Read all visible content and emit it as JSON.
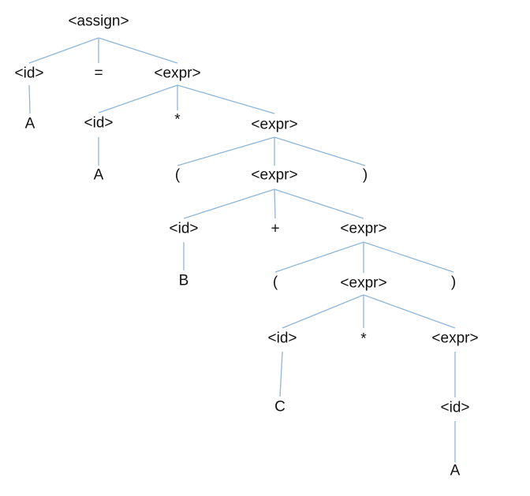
{
  "parse_tree": {
    "nodes": {
      "n0": "<assign>",
      "n1": "<id>",
      "n2": "=",
      "n3": "<expr>",
      "n4": "A",
      "n5": "<id>",
      "n6": "*",
      "n7": "<expr>",
      "n8": "A",
      "n9": "(",
      "n10": "<expr>",
      "n11": ")",
      "n12": "<id>",
      "n13": "+",
      "n14": "<expr>",
      "n15": "B",
      "n16": "(",
      "n17": "<expr>",
      "n18": ")",
      "n19": "<id>",
      "n20": "*",
      "n21": "<expr>",
      "n22": "C",
      "n23": "<id>",
      "n24": "A"
    },
    "edges": [
      [
        "n0",
        "n1"
      ],
      [
        "n0",
        "n2"
      ],
      [
        "n0",
        "n3"
      ],
      [
        "n1",
        "n4"
      ],
      [
        "n3",
        "n5"
      ],
      [
        "n3",
        "n6"
      ],
      [
        "n3",
        "n7"
      ],
      [
        "n5",
        "n8"
      ],
      [
        "n7",
        "n9"
      ],
      [
        "n7",
        "n10"
      ],
      [
        "n7",
        "n11"
      ],
      [
        "n10",
        "n12"
      ],
      [
        "n10",
        "n13"
      ],
      [
        "n10",
        "n14"
      ],
      [
        "n12",
        "n15"
      ],
      [
        "n14",
        "n16"
      ],
      [
        "n14",
        "n17"
      ],
      [
        "n14",
        "n18"
      ],
      [
        "n17",
        "n19"
      ],
      [
        "n17",
        "n20"
      ],
      [
        "n17",
        "n21"
      ],
      [
        "n19",
        "n22"
      ],
      [
        "n21",
        "n23"
      ],
      [
        "n23",
        "n24"
      ]
    ],
    "colors": {
      "edge": "#8fb5d9",
      "text": "#111111",
      "background": "#ffffff"
    }
  }
}
